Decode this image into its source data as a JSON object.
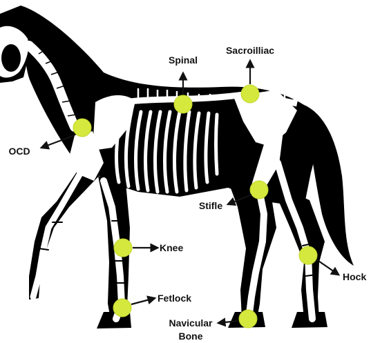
{
  "colors": {
    "silhouette": "#000000",
    "bone": "#ffffff",
    "marker": "#d4e83e",
    "marker_stroke": "#c2d62e",
    "arrow": "#111111",
    "label_text": "#111111",
    "background": "#ffffff"
  },
  "labels": {
    "spinal": "Spinal",
    "sacroilliac": "Sacroilliac",
    "ocd": "OCD",
    "stifle": "Stifle",
    "knee": "Knee",
    "hock": "Hock",
    "fetlock": "Fetlock",
    "navicular_line1": "Navicular",
    "navicular_line2": "Bone"
  }
}
